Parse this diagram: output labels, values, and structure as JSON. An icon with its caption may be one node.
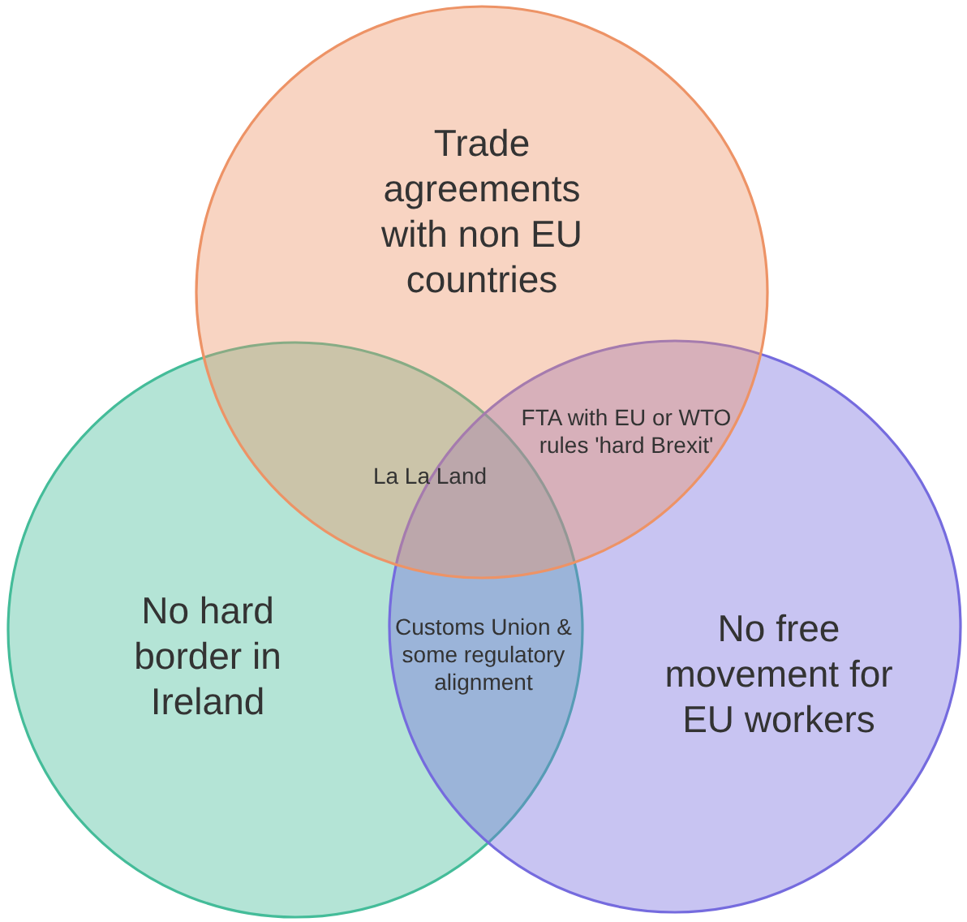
{
  "diagram": {
    "nodes": [
      {
        "text": [
          "Trade agreements with non EU countries"
        ]
      },
      {
        "text": [
          "No hard border in Ireland"
        ]
      },
      {
        "text": [
          "No free movement for EU workers"
        ]
      }
    ],
    "labels": [
      "FTA with EU or WTO rules 'hard Brexit'",
      "La La Land",
      "Customs Union & some regulatory alignment"
    ]
  }
}
